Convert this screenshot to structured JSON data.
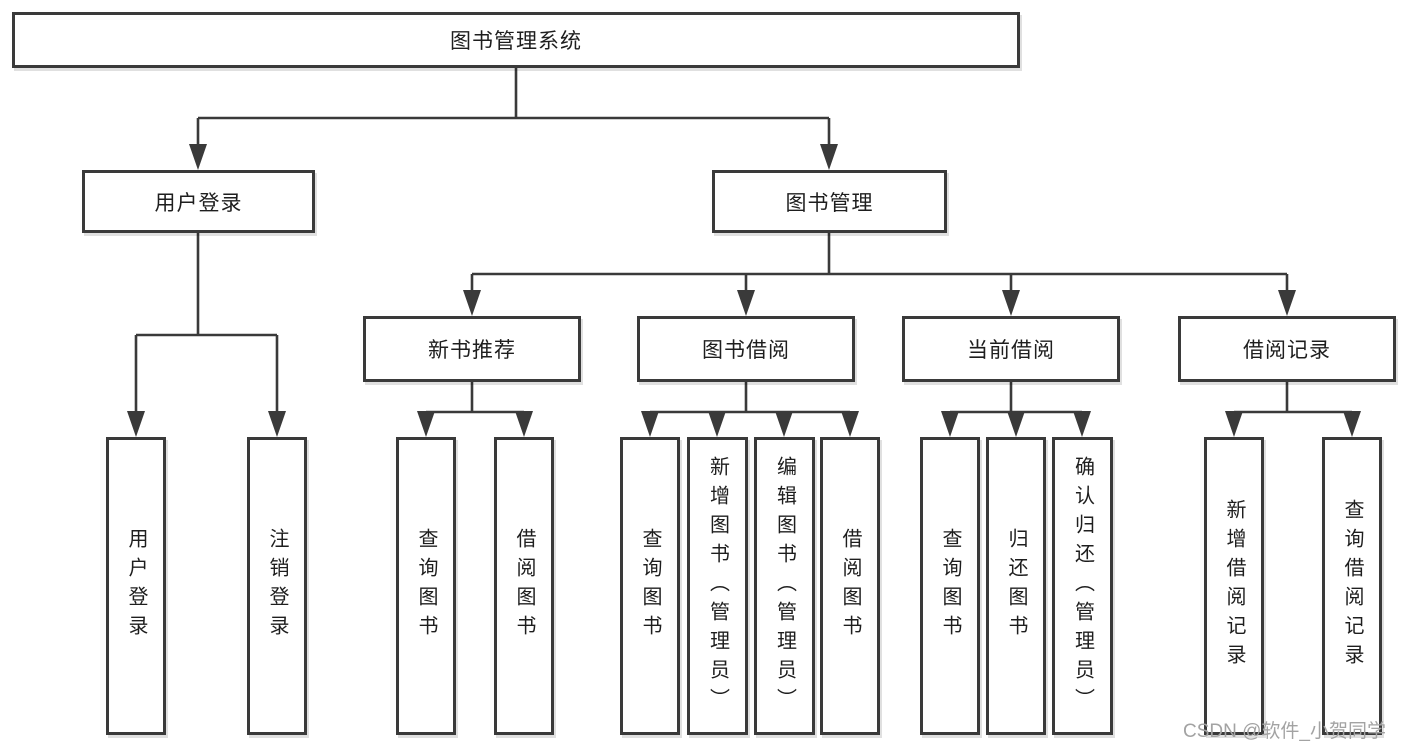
{
  "diagram": {
    "root": {
      "label": "图书管理系统"
    },
    "level1": [
      {
        "label": "用户登录"
      },
      {
        "label": "图书管理"
      }
    ],
    "level2": [
      {
        "label": "新书推荐"
      },
      {
        "label": "图书借阅"
      },
      {
        "label": "当前借阅"
      },
      {
        "label": "借阅记录"
      }
    ],
    "level3": [
      {
        "label": "用户登录"
      },
      {
        "label": "注销登录"
      },
      {
        "label": "查询图书"
      },
      {
        "label": "借阅图书"
      },
      {
        "label": "查询图书"
      },
      {
        "label": "新增图书（管理员）"
      },
      {
        "label": "编辑图书（管理员）"
      },
      {
        "label": "借阅图书"
      },
      {
        "label": "查询图书"
      },
      {
        "label": "归还图书"
      },
      {
        "label": "确认归还（管理员）"
      },
      {
        "label": "新增借阅记录"
      },
      {
        "label": "查询借阅记录"
      }
    ]
  },
  "watermark": {
    "text": "CSDN @软件_小贺同学"
  },
  "colors": {
    "line": "#3a3a3a",
    "text": "#1e1e1e",
    "watermark": "#a3a3a3",
    "background": "#ffffff"
  }
}
